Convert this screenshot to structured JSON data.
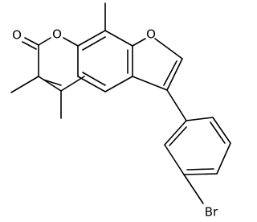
{
  "molecule": {
    "atom_labels": {
      "carbonyl_oxygen": "O",
      "ring_oxygen_pyranone": "O",
      "ring_oxygen_furan": "O",
      "bromine": "Br"
    },
    "colors": {
      "bond": "#000000",
      "label": "#000000",
      "background": "#ffffff"
    }
  }
}
